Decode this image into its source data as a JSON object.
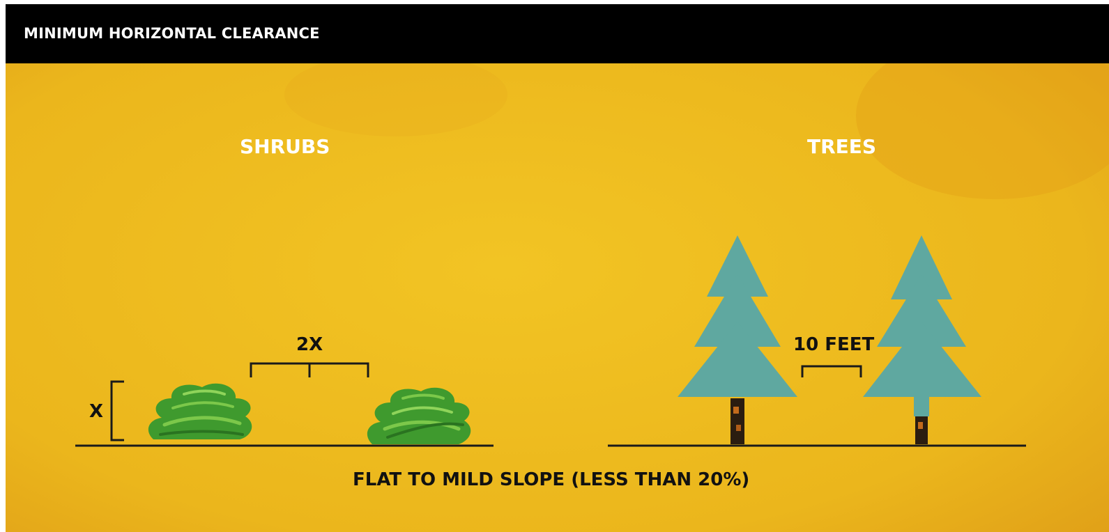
{
  "header": {
    "title": "MINIMUM HORIZONTAL CLEARANCE"
  },
  "sections": {
    "shrubs": {
      "label": "SHRUBS",
      "height_marker": "X",
      "spacing_marker": "2X"
    },
    "trees": {
      "label": "TREES",
      "spacing_marker": "10 FEET"
    }
  },
  "caption": "FLAT TO MILD SLOPE (LESS THAN 20%)",
  "colors": {
    "background": "#efc01f",
    "header": "#000000",
    "shrub": "#3f9a2e",
    "tree": "#5fa8a0",
    "trunk": "#2b1d10",
    "ink": "#111111"
  }
}
